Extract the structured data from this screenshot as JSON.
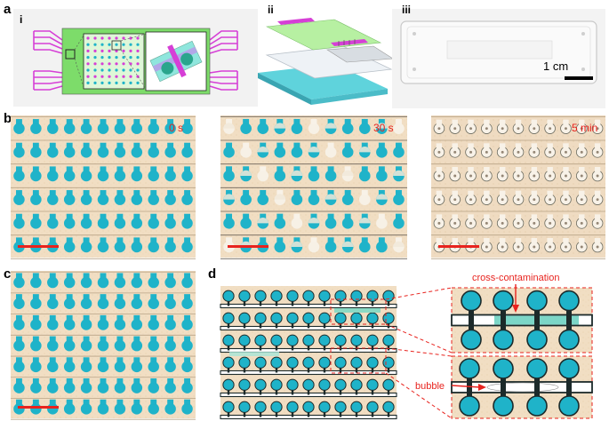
{
  "panels": {
    "a": {
      "label": "a",
      "sub_i": "i",
      "sub_ii": "ii",
      "sub_iii": "iii",
      "scale_text": "1 cm"
    },
    "b": {
      "label": "b",
      "times": [
        "0 s",
        "30 s",
        "5 min"
      ]
    },
    "c": {
      "label": "c"
    },
    "d": {
      "label": "d",
      "annotation_top": "cross-contamination",
      "annotation_bottom": "bubble"
    }
  },
  "colors": {
    "droplet": "#1fb3c9",
    "background": "#f0dcc0",
    "chip_green": "#7ddc6a",
    "electrode_magenta": "#d63fd6",
    "accent_red": "#e8231e",
    "channel_dark": "#1c2a2a"
  }
}
